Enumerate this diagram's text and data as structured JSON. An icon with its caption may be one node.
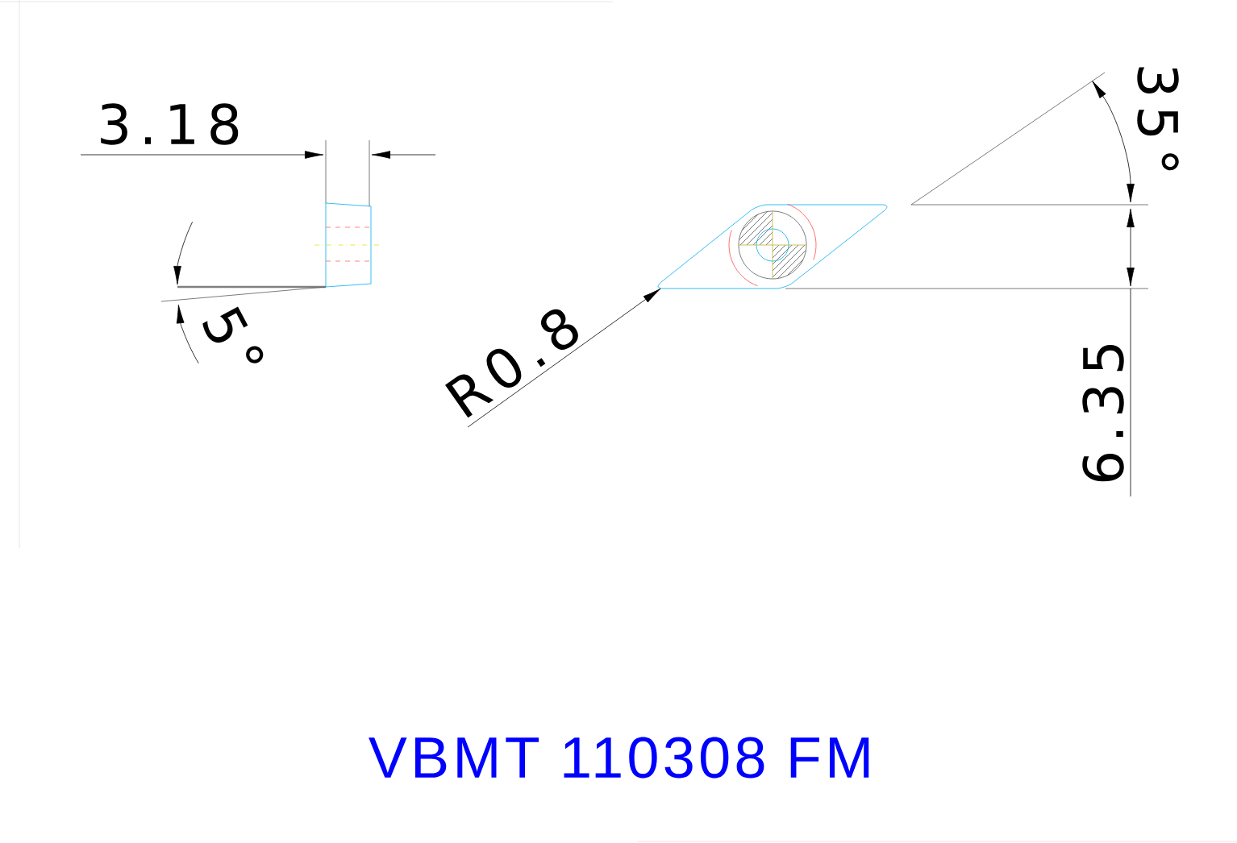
{
  "diagram": {
    "title": "VBMT 110308 FM",
    "nodes": [
      {
        "text": [
          "R0.8"
        ]
      },
      {
        "text": [],
        "shape": "picture"
      }
    ],
    "edges": [
      {
        "from": 0,
        "to": 1,
        "arrow": "to"
      }
    ],
    "labels": [
      "3.18",
      "5°",
      "35°",
      "6.35"
    ]
  }
}
